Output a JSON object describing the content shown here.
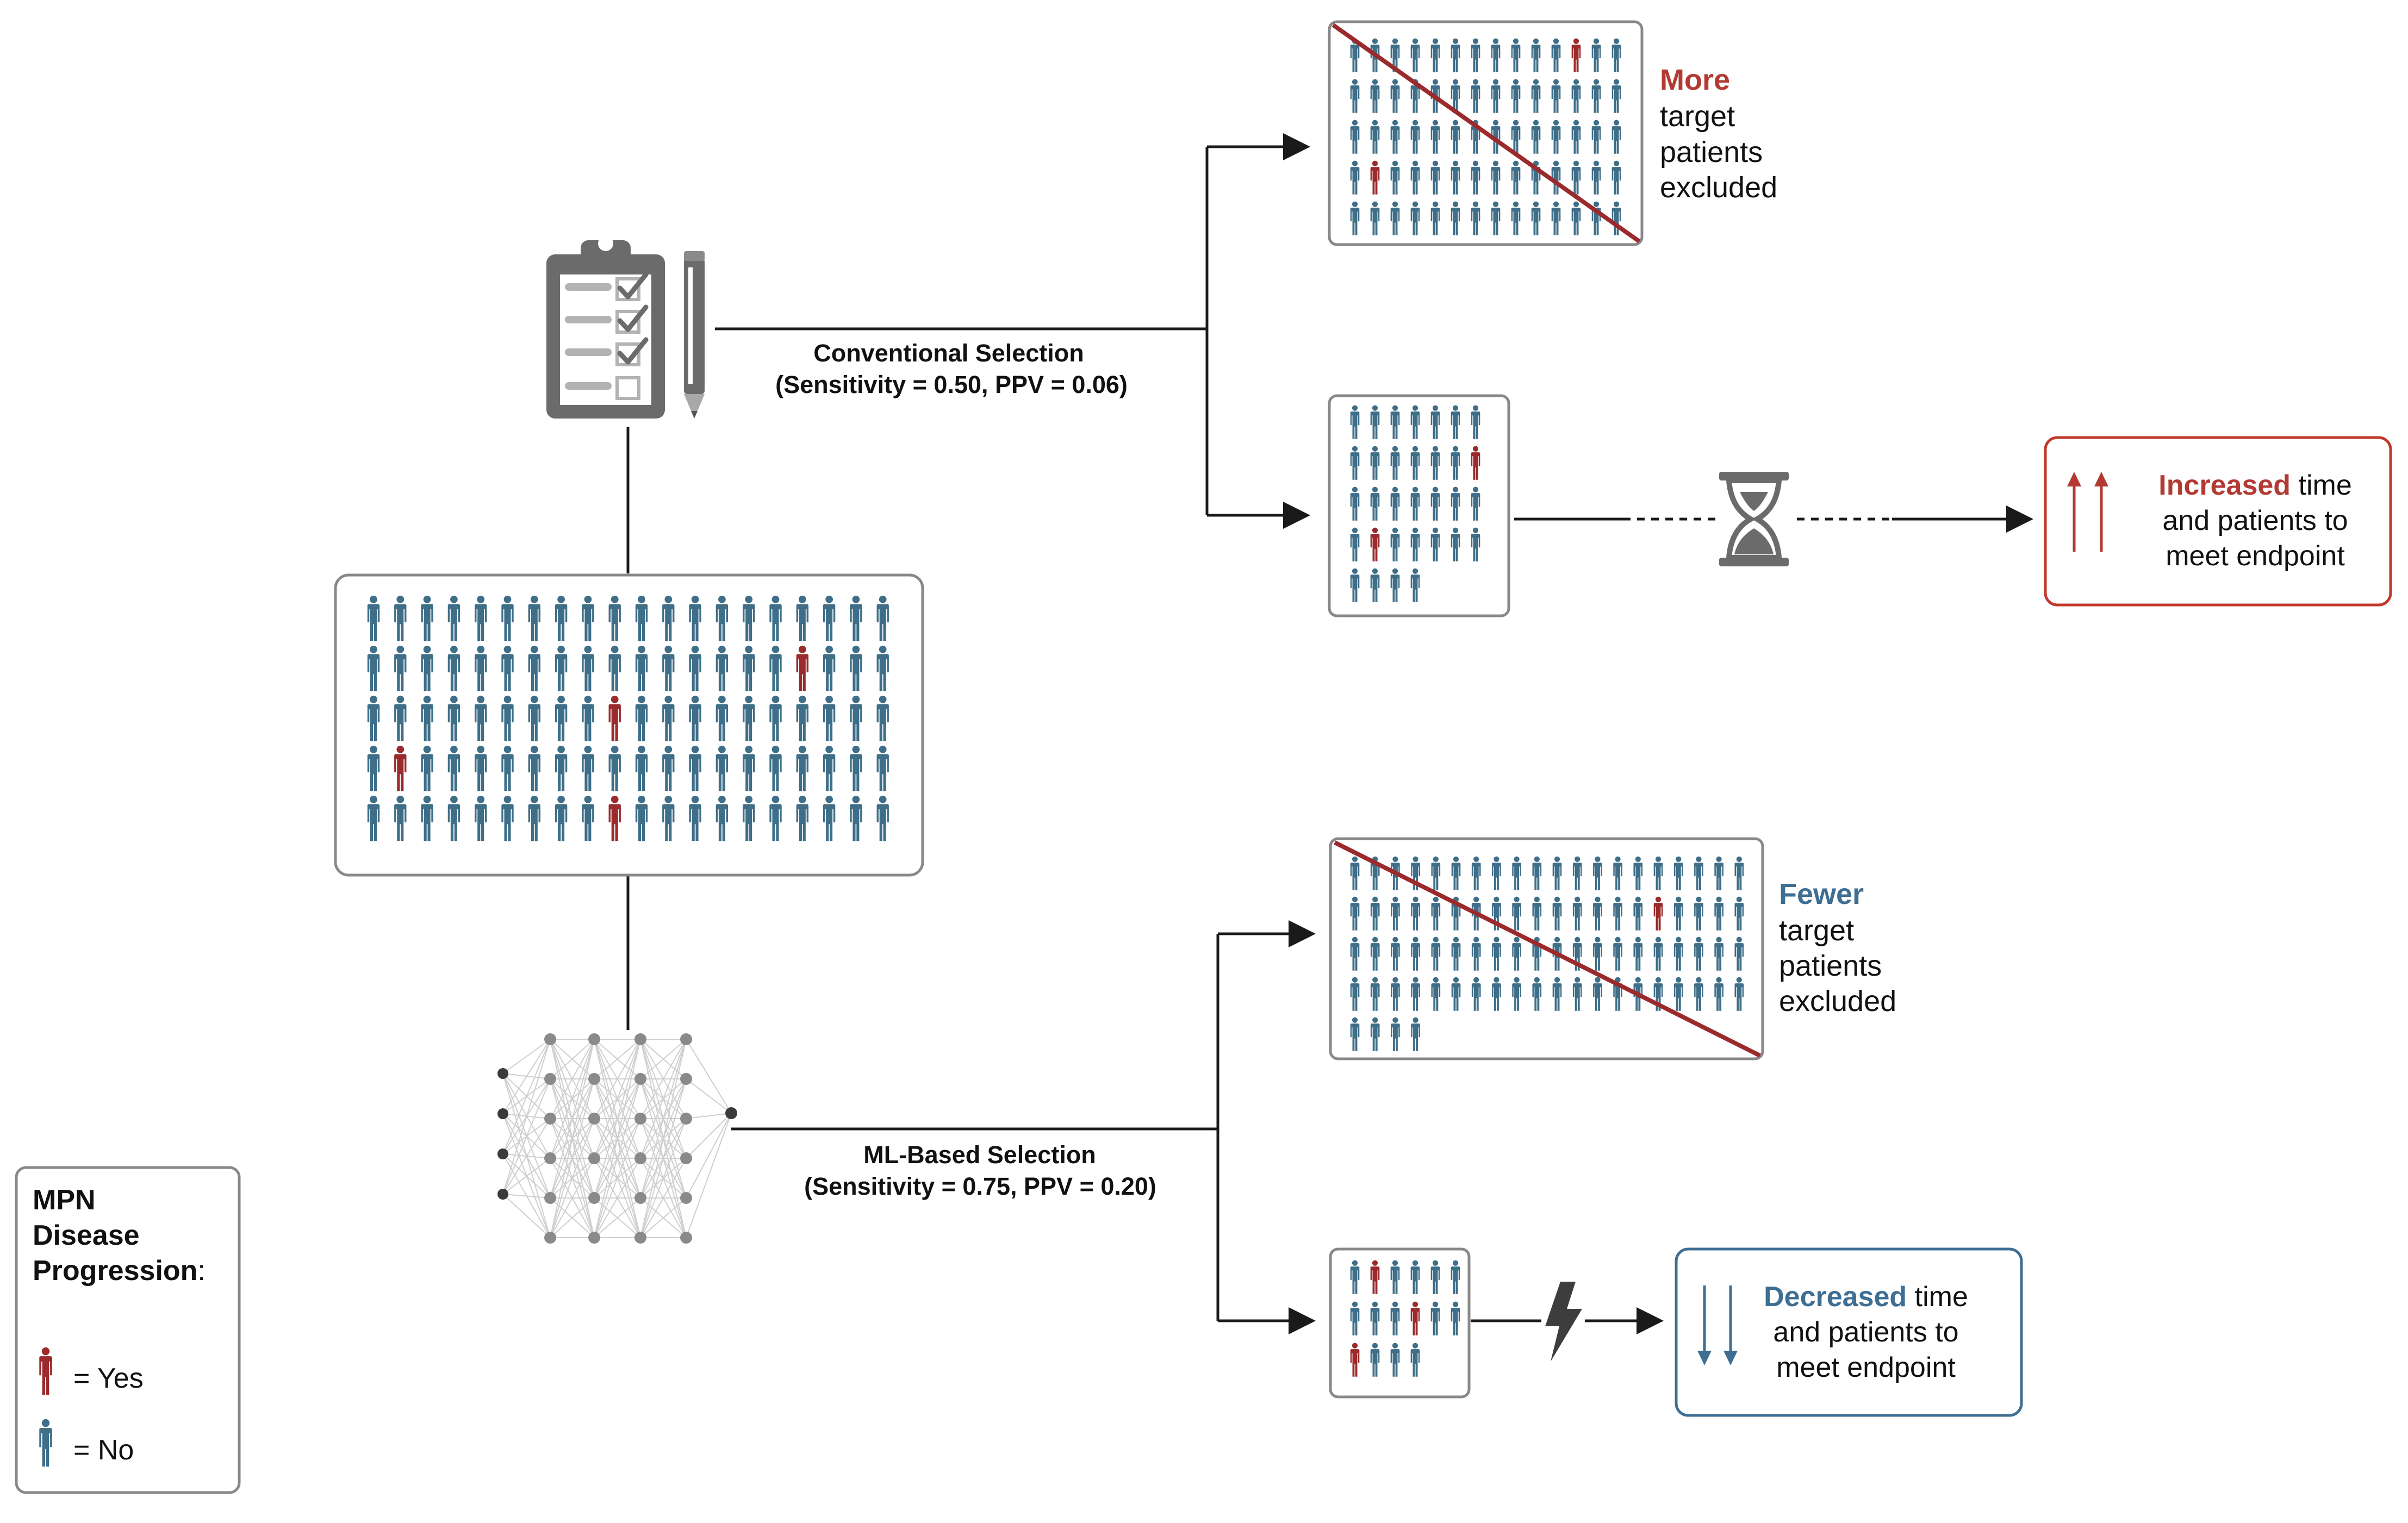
{
  "colors": {
    "yes": "#9b2a2c",
    "no": "#3e6e88",
    "red_accent": "#b23a32",
    "blue_accent": "#3f6e93",
    "line": "#1a1a1a",
    "box_border": "#888888",
    "gray_icon": "#6b6b6b"
  },
  "icons": {
    "clipboard": "clipboard-checklist-icon",
    "pencil": "pencil-icon",
    "network": "neural-network-icon",
    "hourglass": "hourglass-icon",
    "lightning": "lightning-bolt-icon"
  },
  "conventional": {
    "label": "Conventional Selection",
    "metrics": "(Sensitivity = 0.50, PPV = 0.06)"
  },
  "ml": {
    "label": "ML-Based Selection",
    "metrics": "(Sensitivity = 0.75, PPV = 0.20)"
  },
  "excluded_conv": {
    "line1_accent": "More",
    "line2": "target",
    "line3": "patients",
    "line4": "excluded"
  },
  "excluded_ml": {
    "line1_accent": "Fewer",
    "line2": "target",
    "line3": "patients",
    "line4": "excluded"
  },
  "outcome_conv": {
    "accent": "Increased",
    "rest1": " time",
    "line2": "and patients to",
    "line3": "meet endpoint"
  },
  "outcome_ml": {
    "accent": "Decreased",
    "rest1": " time",
    "line2": "and patients to",
    "line3": "meet endpoint"
  },
  "legend": {
    "title1": "MPN",
    "title2": "Disease",
    "title3": "Progression",
    "title_colon": ":",
    "yes_label": "= Yes",
    "no_label": "= No"
  }
}
